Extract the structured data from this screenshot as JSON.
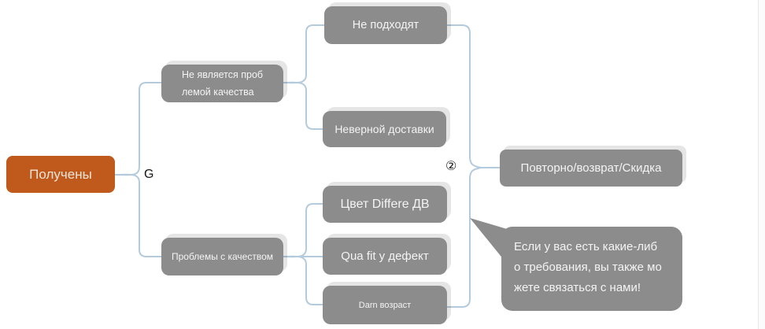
{
  "diagram": {
    "background": "#ffffff",
    "colors": {
      "root_fill": "#bf5a1c",
      "node_fill": "#8c8c8c",
      "connector_line": "#b3cbdd",
      "node_text": "#f4f4f4",
      "label_text": "#141414"
    },
    "labels": {
      "branch_left": "G",
      "branch_right": "②"
    },
    "nodes": {
      "root": {
        "label": "Получены"
      },
      "branch_top": {
        "lines": [
          "Не является проб",
          "лемой качества"
        ]
      },
      "leaf_not_fit": {
        "label": "Не подходят"
      },
      "leaf_wrong_delivery": {
        "label": "Неверной доставки"
      },
      "branch_bottom": {
        "label": "Проблемы с качеством"
      },
      "leaf_color": {
        "label": "Цвет Differe ДВ"
      },
      "leaf_qua_fit": {
        "label": "Qua fit у дефект"
      },
      "leaf_darn": {
        "label": "Darn возраст"
      },
      "result": {
        "label": "Повторно/возврат/Скидка"
      },
      "callout": {
        "lines": [
          "Если у вас есть какие-либ",
          "о требования, вы также мо",
          "жете связаться с нами!"
        ]
      }
    }
  }
}
